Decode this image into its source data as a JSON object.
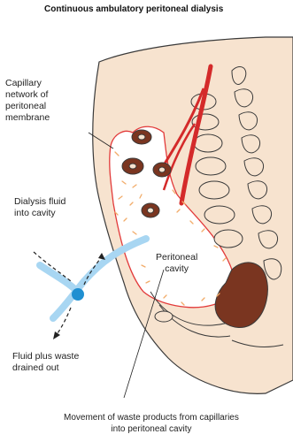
{
  "title": "Continuous ambulatory peritoneal dialysis",
  "labels": {
    "capillary": "Capillary\nnetwork of\nperitoneal\nmembrane",
    "dialysis_in": "Dialysis fluid\ninto cavity",
    "peritoneal_cavity": "Peritoneal\ncavity",
    "drained_out": "Fluid plus waste\ndrained out",
    "movement": "Movement of waste products from capillaries\ninto peritoneal cavity"
  },
  "colors": {
    "skin": "#f7e3cf",
    "outline": "#3a3a3a",
    "artery": "#d42a2a",
    "membrane": "#e23a3a",
    "tube": "#a8d6f2",
    "valve": "#1f8fd1",
    "organ": "#7a3520",
    "dots": "#f2ac6a"
  }
}
